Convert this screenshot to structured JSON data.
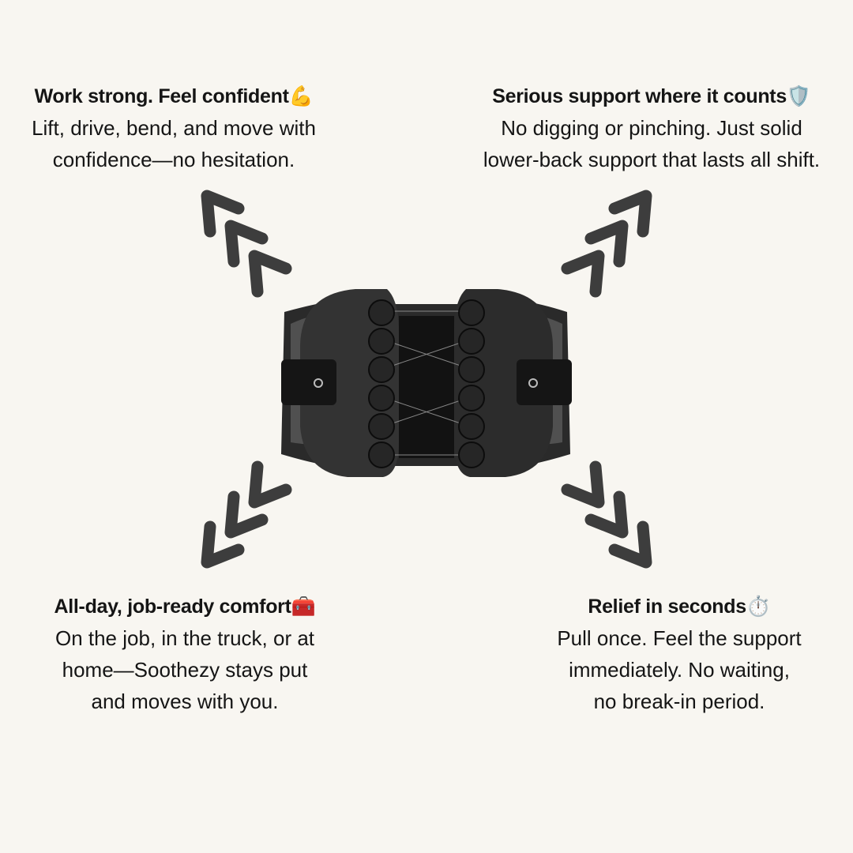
{
  "blocks": {
    "top_left": {
      "title": "Work strong. Feel confident💪",
      "lines": [
        "Lift, drive, bend, and move with",
        "confidence—no hesitation."
      ]
    },
    "top_right": {
      "title": "Serious support where it counts🛡️",
      "lines": [
        "No digging or pinching. Just solid",
        "lower-back support that lasts all shift."
      ]
    },
    "bottom_left": {
      "title": "All-day, job-ready comfort🧰",
      "lines": [
        "On the job, in the truck, or at",
        "home—Soothezy stays put",
        "and moves with you."
      ]
    },
    "bottom_right": {
      "title": "Relief in seconds⏱️",
      "lines": [
        "Pull once. Feel the support",
        "immediately. No waiting,",
        "no break-in period."
      ]
    }
  },
  "colors": {
    "background": "#f8f6f1",
    "arrows": "#3d3d3d",
    "product": "#1e1e1e"
  },
  "icons": [
    "chevron-arrows-up-left",
    "chevron-arrows-up-right",
    "chevron-arrows-down-left",
    "chevron-arrows-down-right",
    "back-brace-product"
  ]
}
